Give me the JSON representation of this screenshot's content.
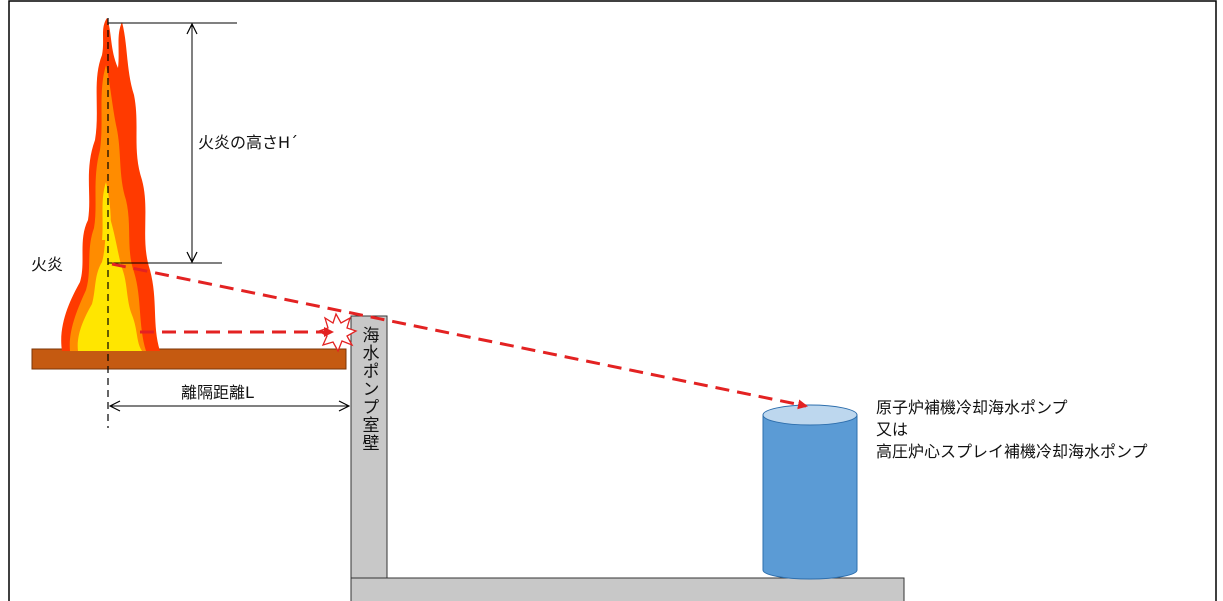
{
  "labels": {
    "flame_height": "火炎の高さH´",
    "flame": "火炎",
    "distance": "離隔距離L",
    "wall": "海水ポンプ室壁",
    "pump_line1": "原子炉補機冷却海水ポンプ",
    "pump_line2": "又は",
    "pump_line3": "高圧炉心スプレイ補機冷却海水ポンプ"
  },
  "colors": {
    "pool": "#C55A11",
    "wall": "#C8C8C8",
    "pump_body": "#5B9BD5",
    "pump_top": "#BDD7EE",
    "arrow": "#E32222",
    "flame_outer": "#FF3A00",
    "flame_mid": "#FF8C00",
    "flame_inner": "#FFE600"
  },
  "icons": [
    "flame-icon",
    "impact-burst-icon"
  ]
}
